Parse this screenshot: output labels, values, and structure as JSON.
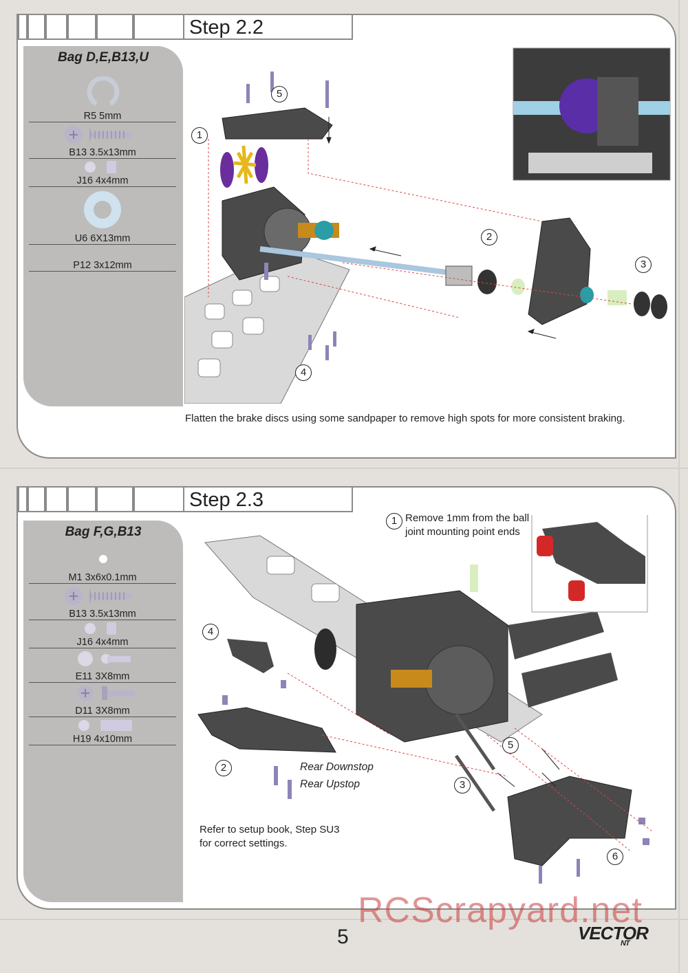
{
  "step1": {
    "title": "Step 2.2",
    "bag": "Bag D,E,B13,U",
    "parts": [
      {
        "label": "R5  5mm",
        "icon": "e-clip-icon"
      },
      {
        "label": "B13  3.5x13mm",
        "icon": "screw-icon"
      },
      {
        "label": "J16  4x4mm",
        "icon": "spacer-icon"
      },
      {
        "label": "U6  6X13mm",
        "icon": "washer-icon"
      },
      {
        "label": "P12  3x12mm",
        "icon": "pin-icon"
      }
    ],
    "callouts": [
      "1",
      "2",
      "3",
      "4",
      "5"
    ],
    "caption": "Flatten the brake discs using some sandpaper to remove high spots for more consistent braking."
  },
  "step2": {
    "title": "Step 2.3",
    "bag": "Bag F,G,B13",
    "parts": [
      {
        "label": "M1  3x6x0.1mm",
        "icon": "shim-icon"
      },
      {
        "label": "B13  3.5x13mm",
        "icon": "screw-icon"
      },
      {
        "label": "J16  4x4mm",
        "icon": "spacer-icon"
      },
      {
        "label": "E11  3X8mm",
        "icon": "ball-stud-icon"
      },
      {
        "label": "D11  3X8mm",
        "icon": "screw-icon"
      },
      {
        "label": "H19  4x10mm",
        "icon": "spacer-icon"
      }
    ],
    "callouts": [
      "1",
      "2",
      "3",
      "4",
      "5",
      "6"
    ],
    "note1_num": "1",
    "note1": "Remove 1mm from the ball joint mounting point ends",
    "rear_downstop": "Rear Downstop",
    "rear_upstop": "Rear Upstop",
    "note2": "Refer to setup book, Step SU3 for correct settings."
  },
  "footer": {
    "page_number": "5",
    "watermark": "RCScrapyard.net",
    "logo": "VECTOR",
    "logo_sub": "NT"
  }
}
